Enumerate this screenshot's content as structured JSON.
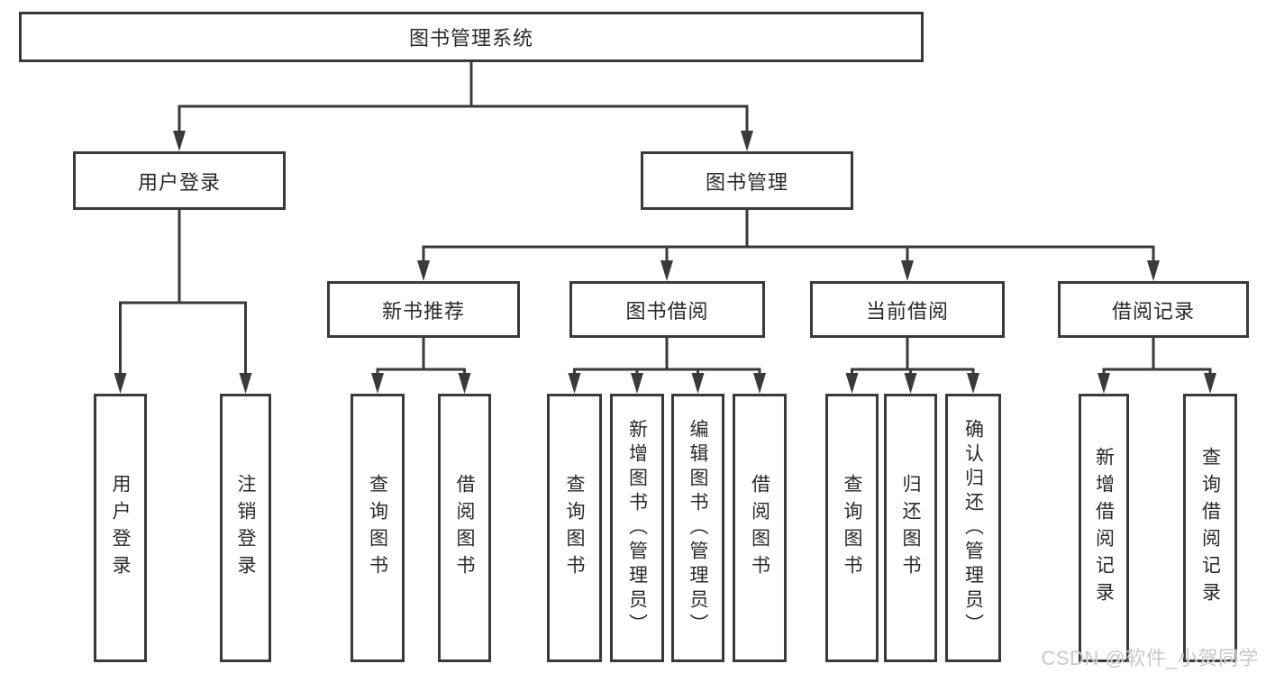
{
  "diagram": {
    "root": "图书管理系统",
    "level2": {
      "user_login": "用户登录",
      "book_mgmt": "图书管理"
    },
    "level3": {
      "new_book": "新书推荐",
      "book_borrow": "图书借阅",
      "current_borrow": "当前借阅",
      "borrow_record": "借阅记录"
    },
    "leaves": {
      "user_login": [
        "用户登录",
        "注销登录"
      ],
      "new_book": [
        "查询图书",
        "借阅图书"
      ],
      "book_borrow": [
        "查询图书",
        "新增图书（管理员）",
        "编辑图书（管理员）",
        "借阅图书"
      ],
      "current_borrow": [
        "查询图书",
        "归还图书",
        "确认归还（管理员）"
      ],
      "borrow_record": [
        "新增借阅记录",
        "查询借阅记录"
      ]
    }
  },
  "watermark": "CSDN @软件_小贺同学",
  "colors": {
    "line": "#3a3a3a",
    "text": "#2a2a2a",
    "background": "#ffffff",
    "watermark": "#c8c8ca"
  }
}
